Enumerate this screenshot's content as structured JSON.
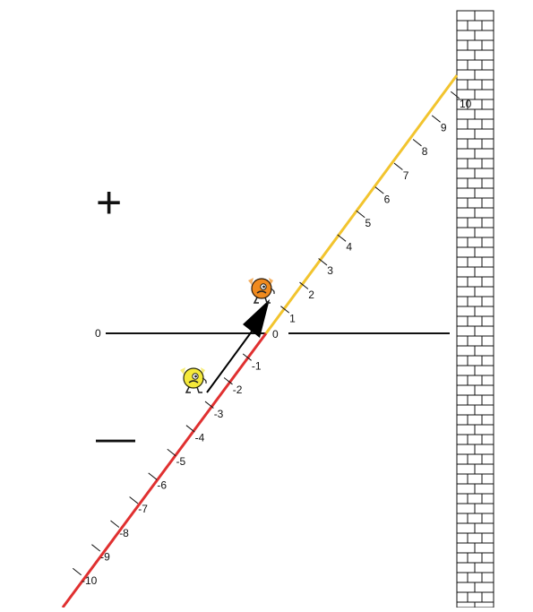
{
  "diagram": {
    "zero_left_label": "0",
    "zero_right_label": "0",
    "plus_symbol": "+",
    "minus_symbol": "—",
    "positive_ticks": [
      "1",
      "2",
      "3",
      "4",
      "5",
      "6",
      "7",
      "8",
      "9",
      "10"
    ],
    "negative_ticks": [
      "-1",
      "-2",
      "-3",
      "-4",
      "-5",
      "-6",
      "-7",
      "-8",
      "-9",
      "-10"
    ],
    "colors": {
      "positive_line": "#f2c42e",
      "negative_line": "#e03030",
      "axis": "#111111",
      "wall_fill": "#ffffff",
      "wall_stroke": "#111111",
      "arrow": "#000000",
      "orange_creature": "#f08a1e",
      "yellow_creature": "#f5e93a"
    },
    "icons": {
      "upper_creature": "orange-creature-icon",
      "lower_creature": "yellow-creature-icon",
      "wall": "brick-wall-icon"
    }
  }
}
